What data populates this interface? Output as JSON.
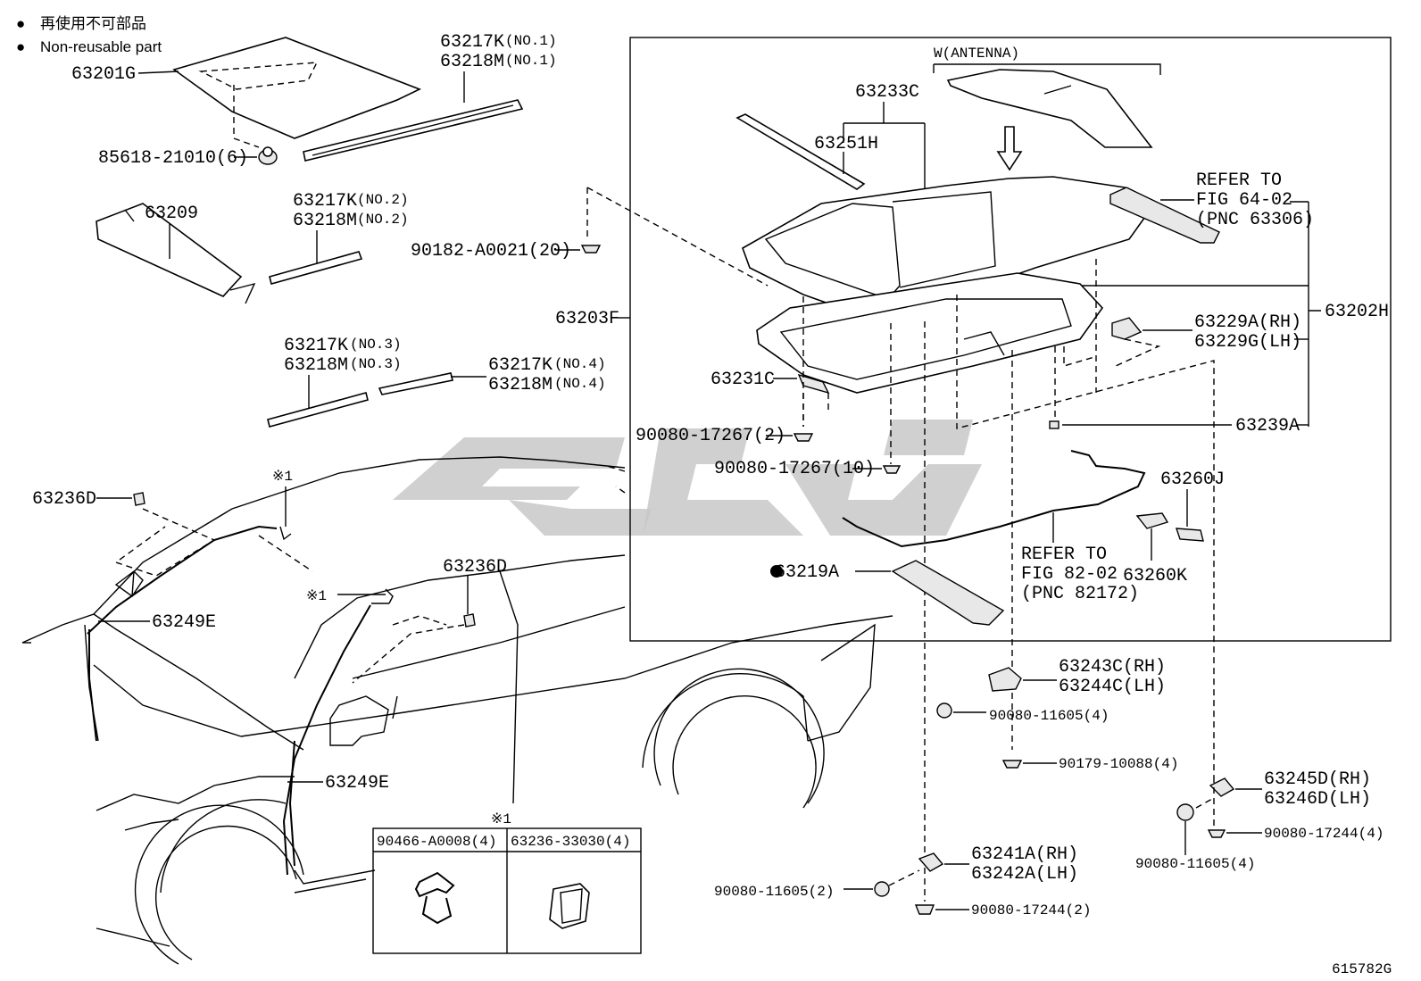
{
  "legend": {
    "bullet": "●",
    "line1": "再使用不可部品",
    "line2": "Non-reusable part"
  },
  "diagram_id": "615782G",
  "antenna_label": "W(ANTENNA)",
  "star_mark": "※1",
  "parts": {
    "p63201G": "63201G",
    "p63217K_1": "63217K",
    "p63218M_1": "63218M",
    "no1a": "(NO.1)",
    "no1b": "(NO.1)",
    "p85618": "85618-21010(6)",
    "p63209": "63209",
    "p63217K_2": "63217K",
    "p63218M_2": "63218M",
    "no2a": "(NO.2)",
    "no2b": "(NO.2)",
    "p90182": "90182-A0021(20)",
    "p63217K_3": "63217K",
    "p63218M_3": "63218M",
    "no3a": "(NO.3)",
    "no3b": "(NO.3)",
    "p63217K_4": "63217K",
    "p63218M_4": "63218M",
    "no4a": "(NO.4)",
    "no4b": "(NO.4)",
    "p63203F": "63203F",
    "p63233C": "63233C",
    "p63251H": "63251H",
    "refer1_a": "REFER TO",
    "refer1_b": "FIG 64-02",
    "refer1_c": "(PNC 63306)",
    "p63202H": "63202H",
    "p63229A": "63229A(RH)",
    "p63229G": "63229G(LH)",
    "p63231C": "63231C",
    "p63239A": "63239A",
    "p90080_2": "90080-17267(2)",
    "p90080_10": "90080-17267(10)",
    "p63260J": "63260J",
    "p63260K": "63260K",
    "refer2_a": "REFER TO",
    "refer2_b": "FIG 82-02",
    "refer2_c": "(PNC 82172)",
    "p63219A": "63219A",
    "p63236D_1": "63236D",
    "p63236D_2": "63236D",
    "p63249E_1": "63249E",
    "p63249E_2": "63249E",
    "p63243C": "63243C(RH)",
    "p63244C": "63244C(LH)",
    "p90080_11605_4a": "90080-11605(4)",
    "p90179": "90179-10088(4)",
    "p63245D": "63245D(RH)",
    "p63246D": "63246D(LH)",
    "p90080_17244_4": "90080-17244(4)",
    "p90080_11605_4b": "90080-11605(4)",
    "p63241A": "63241A(RH)",
    "p63242A": "63242A(LH)",
    "p90080_11605_2": "90080-11605(2)",
    "p90080_17244_2": "90080-17244(2)"
  },
  "inset_table": {
    "star": "※1",
    "col1": "90466-A0008(4)",
    "col2": "63236-33030(4)"
  }
}
